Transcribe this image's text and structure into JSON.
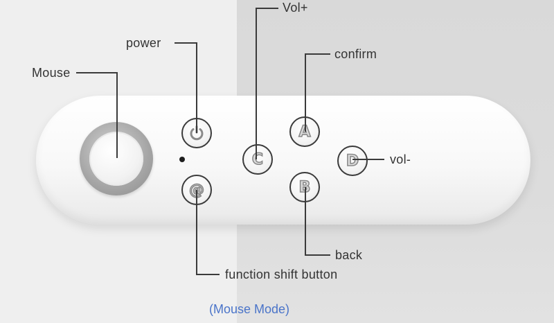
{
  "labels": {
    "mouse": "Mouse",
    "power": "power",
    "vol_plus": "Vol+",
    "confirm": "confirm",
    "vol_minus": "vol-",
    "back": "back",
    "function_shift": "function shift button"
  },
  "buttons": {
    "c": "C",
    "a": "A",
    "b": "B",
    "d": "D",
    "at": "@"
  },
  "caption": "(Mouse Mode)",
  "colors": {
    "caption": "#4a74c9",
    "leader_lines": "#3a3a3a"
  }
}
